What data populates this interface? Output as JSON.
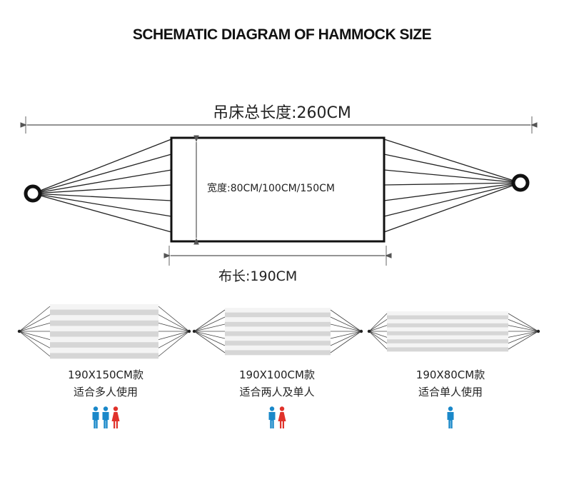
{
  "title": "SCHEMATIC DIAGRAM OF HAMMOCK SIZE",
  "labels": {
    "total_length": "吊床总长度:260CM",
    "width": "宽度:80CM/100CM/150CM",
    "cloth_length": "布长:190CM"
  },
  "variants": [
    {
      "size": "190X150CM款",
      "usage": "适合多人使用",
      "people": [
        "male",
        "male",
        "female"
      ]
    },
    {
      "size": "190X100CM款",
      "usage": "适合两人及单人",
      "people": [
        "male",
        "female"
      ]
    },
    {
      "size": "190X80CM款",
      "usage": "适合单人使用",
      "people": [
        "male"
      ]
    }
  ],
  "colors": {
    "male": "#1a88c9",
    "female": "#e0322b",
    "stripe_light": "#f4f4f4",
    "stripe_dark": "#d6d6d6",
    "outline": "#1a1a1a"
  }
}
